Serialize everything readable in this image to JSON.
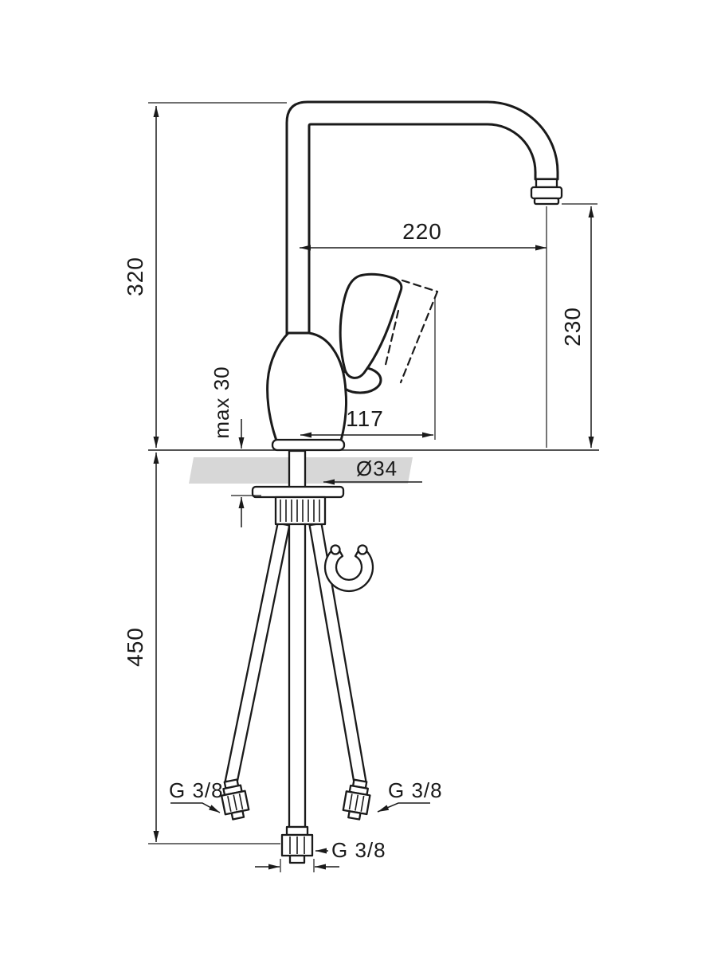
{
  "diagram": {
    "subject": "kitchen faucet technical dimension drawing",
    "labels": {
      "height": "320",
      "reach": "220",
      "outlet_height": "230",
      "base_to_handle": "117",
      "max_thickness": "max 30",
      "diameter": "Ø34",
      "under_length": "450",
      "g_left": "G 3/8",
      "g_right": "G 3/8",
      "g_center": "G 3/8"
    }
  }
}
